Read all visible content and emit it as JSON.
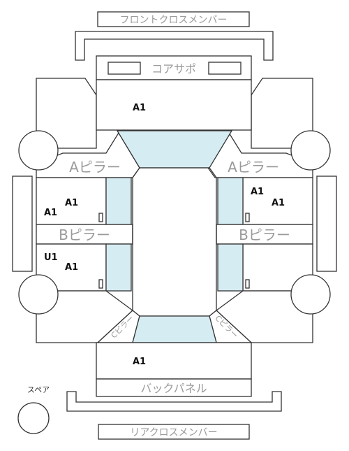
{
  "labels": {
    "front_cross_member": "フロントクロスメンバー",
    "core_support": "コアサポ",
    "a_pillar_left": "Aピラー",
    "a_pillar_right": "Aピラー",
    "b_pillar_left": "Bピラー",
    "b_pillar_right": "Bピラー",
    "pillar_c_left": "Cピラー",
    "pillar_c_right": "Cピラー",
    "back_panel": "バックパネル",
    "rear_cross_member": "リアクロスメンバー",
    "spare": "スペア"
  },
  "grades": {
    "hood": "A1",
    "front_left_door_1": "A1",
    "front_left_door_2": "A1",
    "front_right_door_1": "A1",
    "front_right_door_2": "A1",
    "rear_left_door_1": "U1",
    "rear_left_door_2": "A1",
    "trunk": "A1"
  }
}
